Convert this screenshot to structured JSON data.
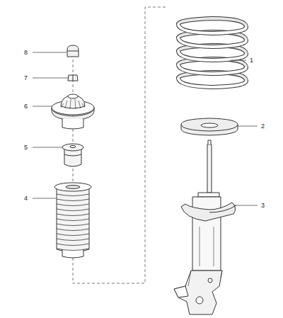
{
  "diagram": {
    "labels": [
      "8",
      "1",
      "7",
      "6",
      "2",
      "5",
      "4",
      "3"
    ]
  }
}
